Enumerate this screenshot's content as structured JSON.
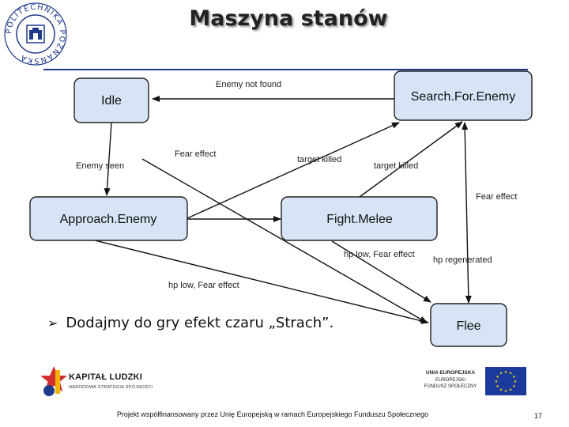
{
  "slide": {
    "title": "Maszyna stanów",
    "bullet": "Dodajmy do gry efekt czaru „Strach”.",
    "footer": "Projekt współfinansowany przez Unię Europejską w ramach Europejskiego Funduszu Społecznego",
    "page_number": "17"
  },
  "logos": {
    "university_text": "POLITECHNIKA POZNAŃSKA",
    "kapital_title": "KAPITAŁ LUDZKI",
    "kapital_subtitle": "NARODOWA STRATEGIA SPÓJNOŚCI",
    "eu_line1": "UNIA EUROPEJSKA",
    "eu_line2": "EUROPEJSKI",
    "eu_line3": "FUNDUSZ SPOŁECZNY"
  },
  "diagram": {
    "states": {
      "idle": "Idle",
      "search": "Search.For.Enemy",
      "approach": "Approach.Enemy",
      "fight": "Fight.Melee",
      "flee": "Flee"
    },
    "transitions": {
      "enemy_not_found": "Enemy not found",
      "enemy_seen": "Enemy seen",
      "fear_effect_approach": "Fear effect",
      "target_killed_approach": "target killed",
      "target_killed_fight": "target killed",
      "fear_effect_search": "Fear effect",
      "hp_low_fear_fight": "hp low, Fear effect",
      "hp_regenerated": "hp regenerated",
      "hp_low_fear_approach": "hp low, Fear effect"
    }
  },
  "colors": {
    "state_fill": "#d6e4f5",
    "state_stroke": "#222222",
    "rule": "#1f3a8a",
    "eu_blue": "#1b3a9c",
    "eu_star": "#f5d20a"
  }
}
